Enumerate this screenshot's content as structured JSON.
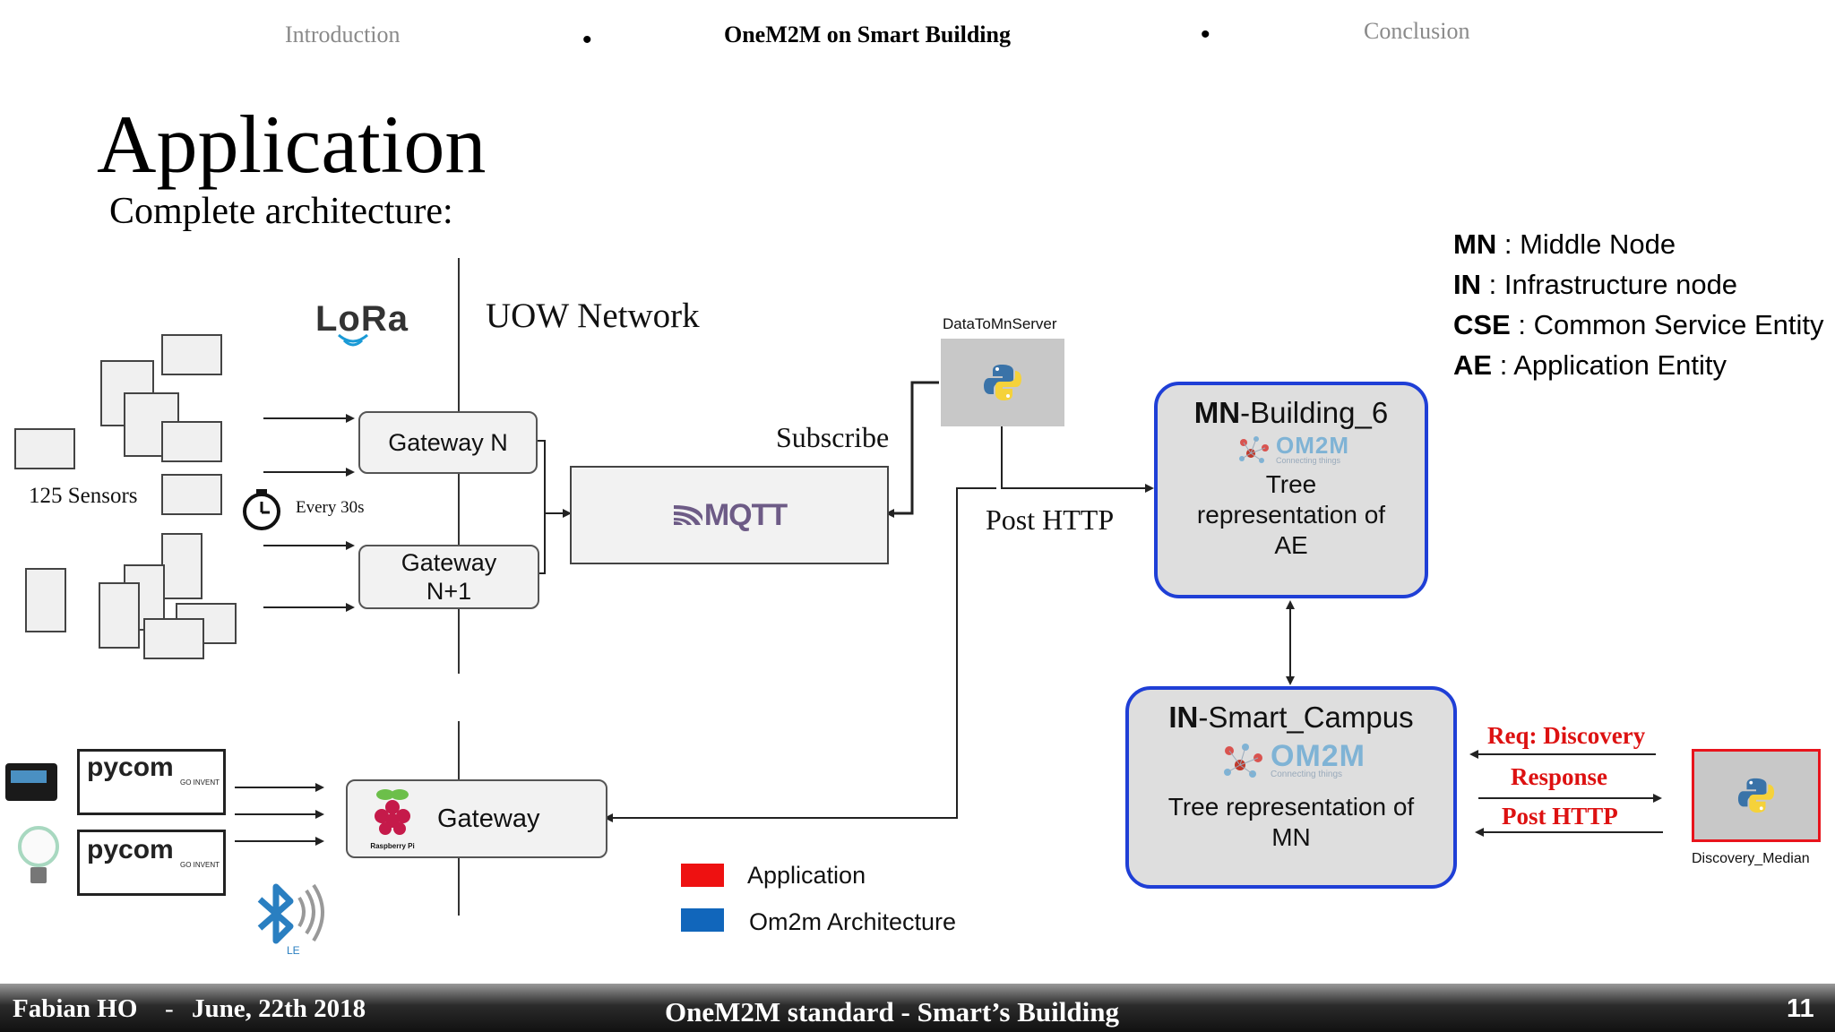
{
  "nav": {
    "introduction": "Introduction",
    "current": "OneM2M on Smart Building",
    "conclusion": "Conclusion"
  },
  "slide": {
    "title": "Application",
    "subtitle": "Complete architecture:"
  },
  "glossary": [
    {
      "abbr": "MN",
      "sep": " : ",
      "text": "Middle Node"
    },
    {
      "abbr": "IN",
      "sep": " : ",
      "text": "Infrastructure node"
    },
    {
      "abbr": "CSE",
      "sep": " : ",
      "text": "Common Service Entity"
    },
    {
      "abbr": "AE",
      "sep": " : ",
      "text": "Application Entity"
    }
  ],
  "diagram": {
    "lora_logo": "LoRa",
    "network_label": "UOW Network",
    "sensors_label": "125 Sensors",
    "interval_label": "Every 30s",
    "gateway_n": "Gateway N",
    "gateway_n1_line1": "Gateway",
    "gateway_n1_line2": "N+1",
    "mqtt_label": "MQTT",
    "subscribe_label": "Subscribe",
    "data_server_label": "DataToMnServer",
    "post_http_label": "Post HTTP",
    "mn_title_bold": "MN",
    "mn_title_rest": "-Building_6",
    "om2m_logo": "OM2M",
    "om2m_tagline": "Connecting things",
    "mn_desc_line1": "Tree",
    "mn_desc_line2": "representation of",
    "mn_desc_line3": "AE",
    "in_title_bold": "IN",
    "in_title_rest": "-Smart_Campus",
    "in_desc_line1": "Tree representation of",
    "in_desc_line2": "MN",
    "pycom_logo": "pycom",
    "pycom_tagline": "GO INVENT",
    "rpi_gateway": "Gateway",
    "rpi_caption": "Raspberry Pi",
    "bluetooth_caption": "LE",
    "req_discovery": "Req: Discovery",
    "response": "Response",
    "post_http_red": "Post HTTP",
    "discovery_label": "Discovery_Median"
  },
  "legend": [
    {
      "label": "Application",
      "color": "#ee1111"
    },
    {
      "label": "Om2m Architecture",
      "color": "#1166bb"
    }
  ],
  "colors": {
    "mn_border": "#1f3fd6",
    "discovery_border": "#e8141c",
    "red_text": "#dd1111"
  },
  "footer": {
    "author": "Fabian HO",
    "separator": "-",
    "date": "June, 22th  2018",
    "center": "OneM2M standard - Smart’s Building",
    "page": "11"
  }
}
